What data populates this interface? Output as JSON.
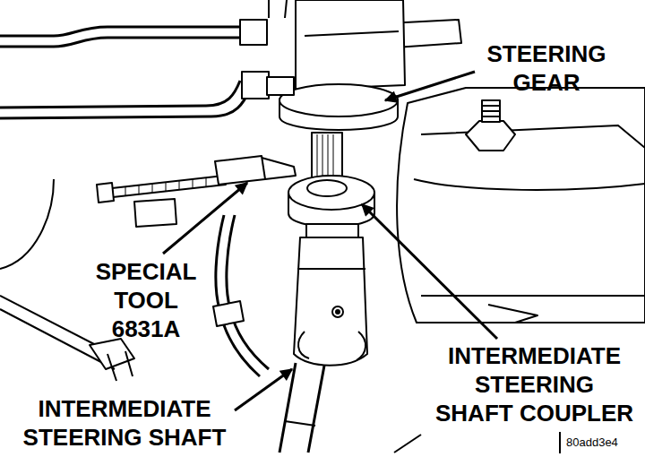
{
  "diagram": {
    "labels": [
      "STEERING GEAR",
      "SPECIAL TOOL 6831A",
      "INTERMEDIATE STEERING SHAFT COUPLER",
      "INTERMEDIATE STEERING SHAFT",
      "80add3e4"
    ]
  }
}
